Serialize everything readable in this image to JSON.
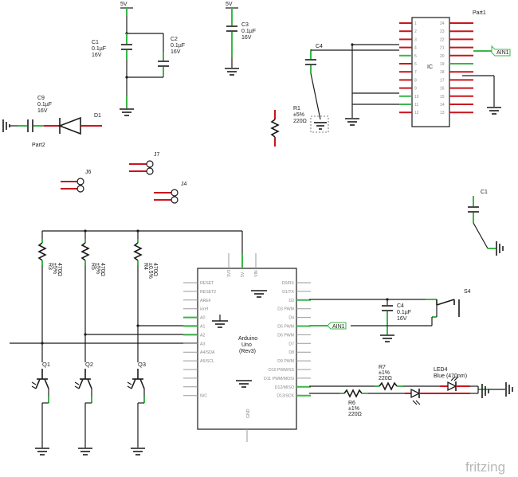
{
  "supply": {
    "label": "5V"
  },
  "c1": {
    "name": "C1",
    "value": "0.1µF",
    "voltage": "16V"
  },
  "c2": {
    "name": "C2",
    "value": "0.1µF",
    "voltage": "16V"
  },
  "c3": {
    "name": "C3",
    "value": "0.1µF",
    "voltage": "16V"
  },
  "c4_top": {
    "name": "C4"
  },
  "c9": {
    "name": "C9",
    "value": "0.1µF",
    "voltage": "16V"
  },
  "d1": {
    "name": "D1"
  },
  "part2": {
    "name": "Part2"
  },
  "r1": {
    "name": "R1",
    "tolerance": "±5%",
    "value": "220Ω"
  },
  "part1": {
    "name": "Part1",
    "ic_label": "IC",
    "left_pins": [
      "1",
      "2",
      "3",
      "4",
      "5",
      "6",
      "7",
      "8",
      "9",
      "10",
      "11",
      "12"
    ],
    "right_pins": [
      "24",
      "23",
      "22",
      "21",
      "20",
      "19",
      "18",
      "17",
      "16",
      "15",
      "14",
      "13"
    ]
  },
  "ain1": {
    "label": "AIN1"
  },
  "j7": {
    "name": "J7"
  },
  "j6": {
    "name": "J6"
  },
  "j4": {
    "name": "J4"
  },
  "c1_right": {
    "name": "C1"
  },
  "r3": {
    "name": "R3",
    "tolerance": "±5%",
    "value": "470Ω"
  },
  "r5": {
    "name": "R5",
    "tolerance": "±5%",
    "value": "470Ω"
  },
  "r4": {
    "name": "R4",
    "tolerance": "±0.5%",
    "value": "470Ω"
  },
  "q1": {
    "name": "Q1"
  },
  "q2": {
    "name": "Q2"
  },
  "q3": {
    "name": "Q3"
  },
  "arduino": {
    "title": "Arduino",
    "model": "Uno",
    "rev": "(Rev3)",
    "top_pins": [
      "3V3",
      "5V",
      "VIN"
    ],
    "bottom_pin": "GND",
    "left_pins": [
      "RESET",
      "RESET2",
      "AREF",
      "ioref",
      "A0",
      "A1",
      "A2",
      "A3",
      "A4/SDA",
      "A5/SCL",
      "",
      "",
      "",
      "N/C"
    ],
    "right_pins": [
      "D0/RX",
      "D1/TX",
      "D2",
      "D3 PWM",
      "D4",
      "D5 PWM",
      "D6 PWM",
      "D7",
      "D8",
      "D9 PWM",
      "D10 PWM/SS",
      "D11 PWM/MOSI",
      "D12/MISO",
      "D13/SCK"
    ]
  },
  "c4_bottom": {
    "name": "C4",
    "value": "0.1µF",
    "voltage": "16V"
  },
  "s4": {
    "name": "S4"
  },
  "r7": {
    "name": "R7",
    "tolerance": "±1%",
    "value": "220Ω"
  },
  "r6": {
    "name": "R6",
    "tolerance": "±1%",
    "value": "220Ω"
  },
  "led4": {
    "name": "LED4",
    "desc": "Blue (470nm)"
  },
  "logo": {
    "text": "fritzing"
  }
}
